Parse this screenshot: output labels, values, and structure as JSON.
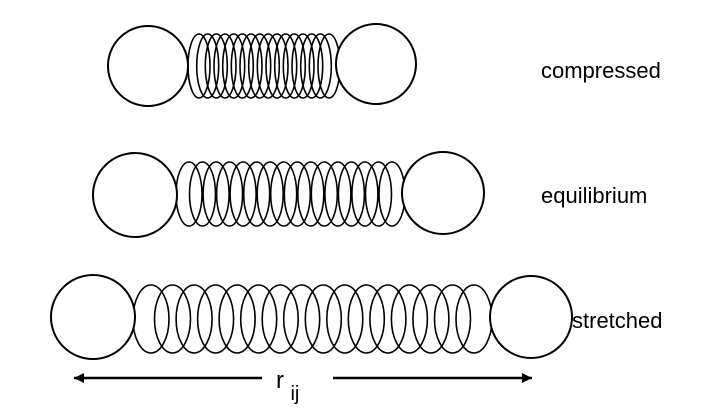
{
  "states": [
    {
      "id": "compressed",
      "label": "compressed"
    },
    {
      "id": "equilibrium",
      "label": "equilibrium"
    },
    {
      "id": "stretched",
      "label": "stretched"
    }
  ],
  "distance": {
    "symbol": "r",
    "subscript": "ij"
  },
  "colors": {
    "stroke": "#000000",
    "background": "#ffffff"
  }
}
